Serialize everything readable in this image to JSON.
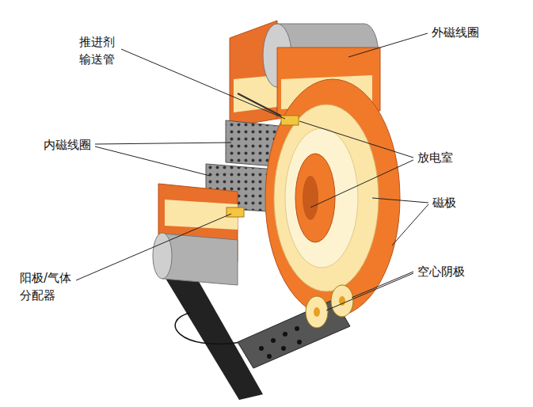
{
  "diagram": {
    "labels": [
      "外磁线圈",
      "推进剂 输送管",
      "内磁线圈",
      "放电室",
      "磁极",
      "空心阴极",
      "阳极/气体 分配器"
    ]
  }
}
